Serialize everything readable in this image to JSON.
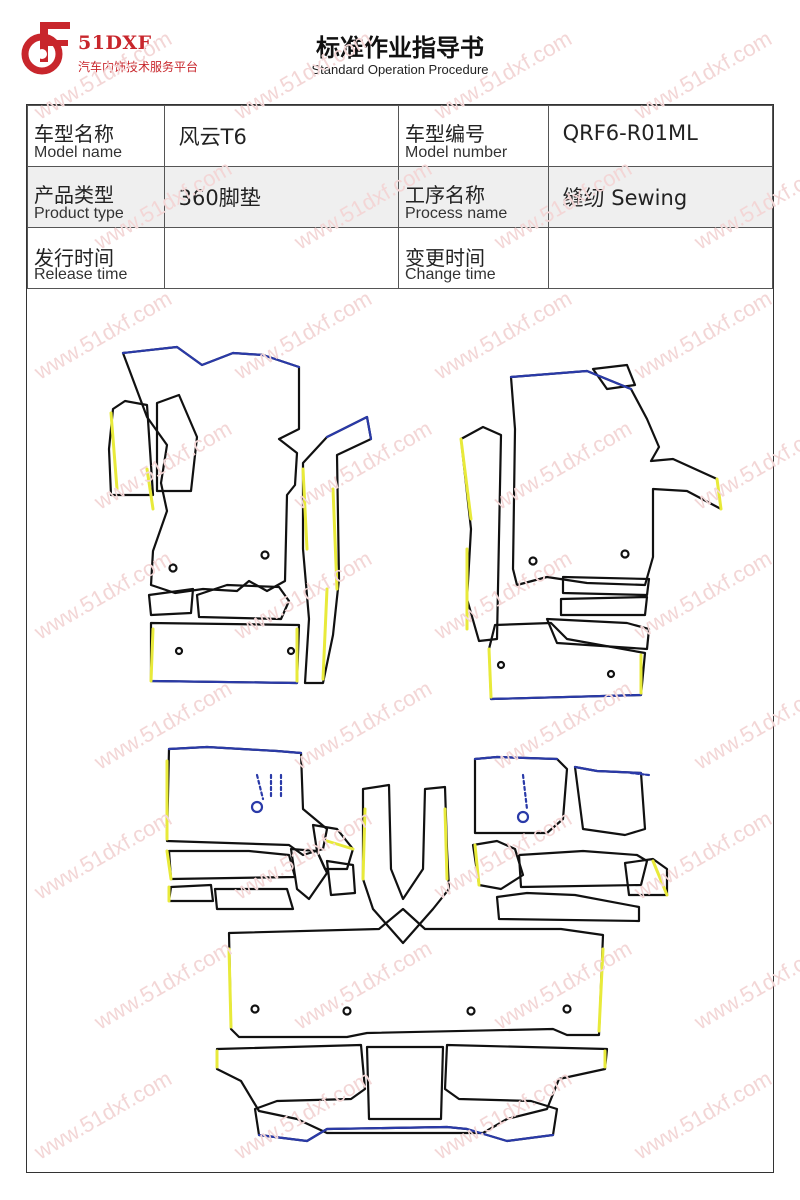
{
  "brand": {
    "name": "51DXF",
    "tagline": "汽车内饰技术服务平台",
    "color": "#c8262c"
  },
  "document": {
    "title": "标准作业指导书",
    "subtitle": "Standard Operation Procedure"
  },
  "info": {
    "model_name": {
      "label_zh": "车型名称",
      "label_en": "Model name",
      "value": "风云T6"
    },
    "model_number": {
      "label_zh": "车型编号",
      "label_en": "Model number",
      "value": "QRF6-R01ML"
    },
    "product_type": {
      "label_zh": "产品类型",
      "label_en": "Product type",
      "value": "360脚垫"
    },
    "process_name": {
      "label_zh": "工序名称",
      "label_en": "Process name",
      "value": "缝纫 Sewing"
    },
    "release_time": {
      "label_zh": "发行时间",
      "label_en": "Release time",
      "value": ""
    },
    "change_time": {
      "label_zh": "变更时间",
      "label_en": "Change time",
      "value": ""
    }
  },
  "watermark": {
    "text": "www.51dxf.com"
  },
  "pattern_colors": {
    "outline": "#111111",
    "edge_a": "#2a3aa8",
    "edge_b": "#e8ea3a"
  }
}
